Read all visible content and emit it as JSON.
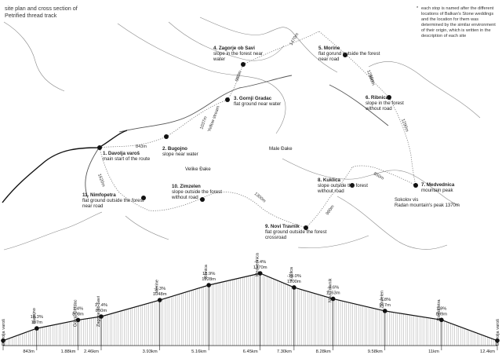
{
  "title": {
    "line1": "site plan and cross section of",
    "line2": "Petrified thread track"
  },
  "note": {
    "star": "*",
    "text": "each stop is named after the different locations of Balkan's Stone weddings and the location for them was determined by the similar environment of their origin, which is written in the description of each site"
  },
  "areas": {
    "male_dake": "Male Ðake",
    "velike_dake": "Velike Ðake"
  },
  "stream_label": "Yellow stream",
  "peak": {
    "name": "Sokolov vis",
    "desc": "Radan mountain's peak 1370m"
  },
  "stops": [
    {
      "name": "1. Davolja varoš",
      "desc": "main start of the route"
    },
    {
      "name": "2. Bugojno",
      "desc": "slope near water"
    },
    {
      "name": "3. Gornji Gradac",
      "desc": "flat ground near water"
    },
    {
      "name": "4. Zagorje ob Savi",
      "desc": "slope in the forest near water"
    },
    {
      "name": "5. Morine",
      "desc": "flat gorund outside the forest near road"
    },
    {
      "name": "6. Ribnica",
      "desc": "slope in the forest without road"
    },
    {
      "name": "7. Medvednica",
      "desc": "mountain peak"
    },
    {
      "name": "8. Kuklica",
      "desc": "slope outside the forest without road"
    },
    {
      "name": "9. Novi Travnik",
      "desc": "flat ground outside the forest crossroad"
    },
    {
      "name": "10. Zimzelen",
      "desc": "slope outside the forest without road"
    },
    {
      "name": "11. Nimfopetra",
      "desc": "flat ground outside the forest near road"
    }
  ],
  "segment_lengths": [
    "843m",
    "980m",
    "1037m",
    "980m",
    "1470m",
    "1230m",
    "1290m",
    "850m",
    "980m",
    "1300m",
    "1620m"
  ],
  "section": {
    "stations": [
      {
        "name": "Davolja varoš",
        "km": 0,
        "km_label": "",
        "elev": 0,
        "elev_label": "",
        "grade": ""
      },
      {
        "name": "Bugojno",
        "km": 0.843,
        "km_label": "843m",
        "elev": 707,
        "elev_label": "707m",
        "grade": "10.3%"
      },
      {
        "name": "Gornji Gradac",
        "km": 1.88,
        "km_label": "1.88km",
        "elev": 808,
        "elev_label": "808m",
        "grade": "1.4%"
      },
      {
        "name": "Zagorje ob Savi",
        "km": 2.46,
        "km_label": "2.46km",
        "elev": 850,
        "elev_label": "850m",
        "grade": "17.4%"
      },
      {
        "name": "Morine",
        "km": 3.93,
        "km_label": "3.93km",
        "elev": 1048,
        "elev_label": "1048m",
        "grade": "-1.3%"
      },
      {
        "name": "Ribnica",
        "km": 5.16,
        "km_label": "5.16km",
        "elev": 1228,
        "elev_label": "1228m",
        "grade": "18.9%"
      },
      {
        "name": "Medvednica",
        "km": 6.45,
        "km_label": "6.45km",
        "elev": 1370,
        "elev_label": "1370m",
        "grade": "-7.4%"
      },
      {
        "name": "Kuklica",
        "km": 7.3,
        "km_label": "7.30km",
        "elev": 1200,
        "elev_label": "1200m",
        "grade": "-13.0%"
      },
      {
        "name": "Novi Travnik",
        "km": 8.28,
        "km_label": "8.28km",
        "elev": 1063,
        "elev_label": "1063m",
        "grade": "-0.6%"
      },
      {
        "name": "Zimzelen",
        "km": 9.58,
        "km_label": "9.58km",
        "elev": 917,
        "elev_label": "917m",
        "grade": "-6.8%"
      },
      {
        "name": "Nimfopetra",
        "km": 11.0,
        "km_label": "11km",
        "elev": 809,
        "elev_label": "809m",
        "grade": "1.9%"
      },
      {
        "name": "Davolja varoš",
        "km": 12.4,
        "km_label": "12.4km",
        "elev": 0,
        "elev_label": "",
        "grade": ""
      }
    ]
  },
  "colors": {
    "line": "#1a1a1a",
    "thin": "#777777",
    "dotted": "#888888",
    "hatch": "#9a9a9a"
  }
}
